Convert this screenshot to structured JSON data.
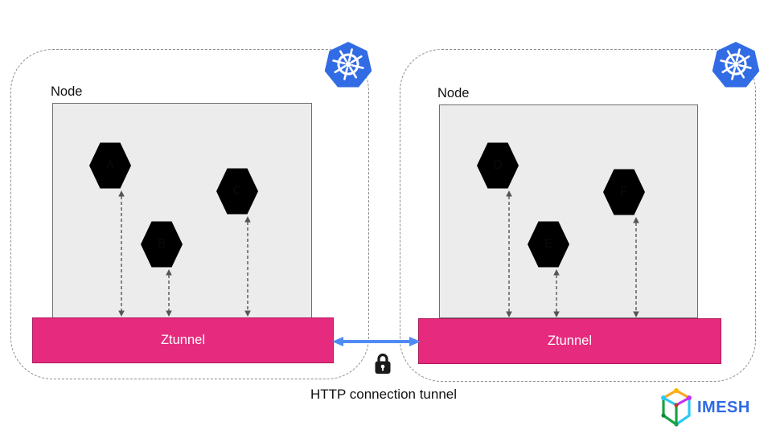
{
  "caption": "HTTP connection tunnel",
  "clusters": [
    {
      "node_label": "Node",
      "ztunnel_label": "Ztunnel",
      "pods": [
        {
          "label": "A"
        },
        {
          "label": "B"
        },
        {
          "label": "C"
        }
      ]
    },
    {
      "node_label": "Node",
      "ztunnel_label": "Ztunnel",
      "pods": [
        {
          "label": "D"
        },
        {
          "label": "E"
        },
        {
          "label": "F"
        }
      ]
    }
  ],
  "branding": {
    "logo_text": "IMESH"
  },
  "icons": {
    "cluster_badge": "kubernetes-logo",
    "tunnel_security": "lock-icon"
  },
  "colors": {
    "pod_green": "#33d45c",
    "ztunnel_pink": "#e62a7d",
    "tunnel_arrow_blue": "#4f8bf5",
    "kubernetes_blue": "#326ce5",
    "node_box_gray": "#ececec",
    "imesh_blue": "#2e6be4"
  }
}
